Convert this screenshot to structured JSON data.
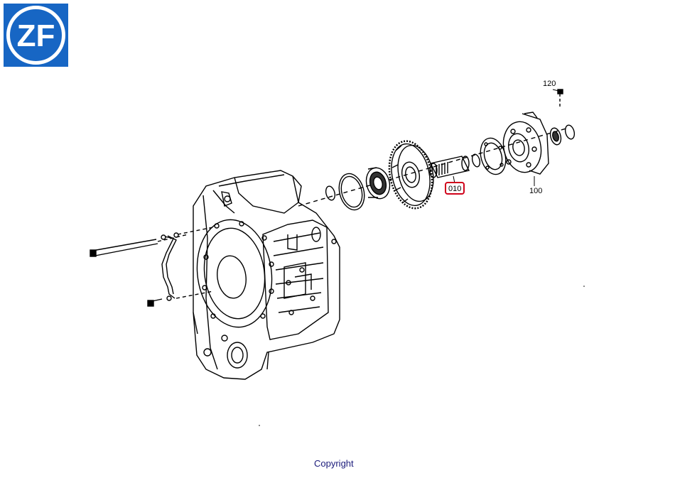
{
  "logo": {
    "text": "ZF",
    "bg_color": "#1766c4",
    "fg_color": "#ffffff"
  },
  "callouts": {
    "c120": "120",
    "c100": "100",
    "c010": "010"
  },
  "highlight_color": "#d0021b",
  "footer": {
    "copyright": "Copyright"
  }
}
